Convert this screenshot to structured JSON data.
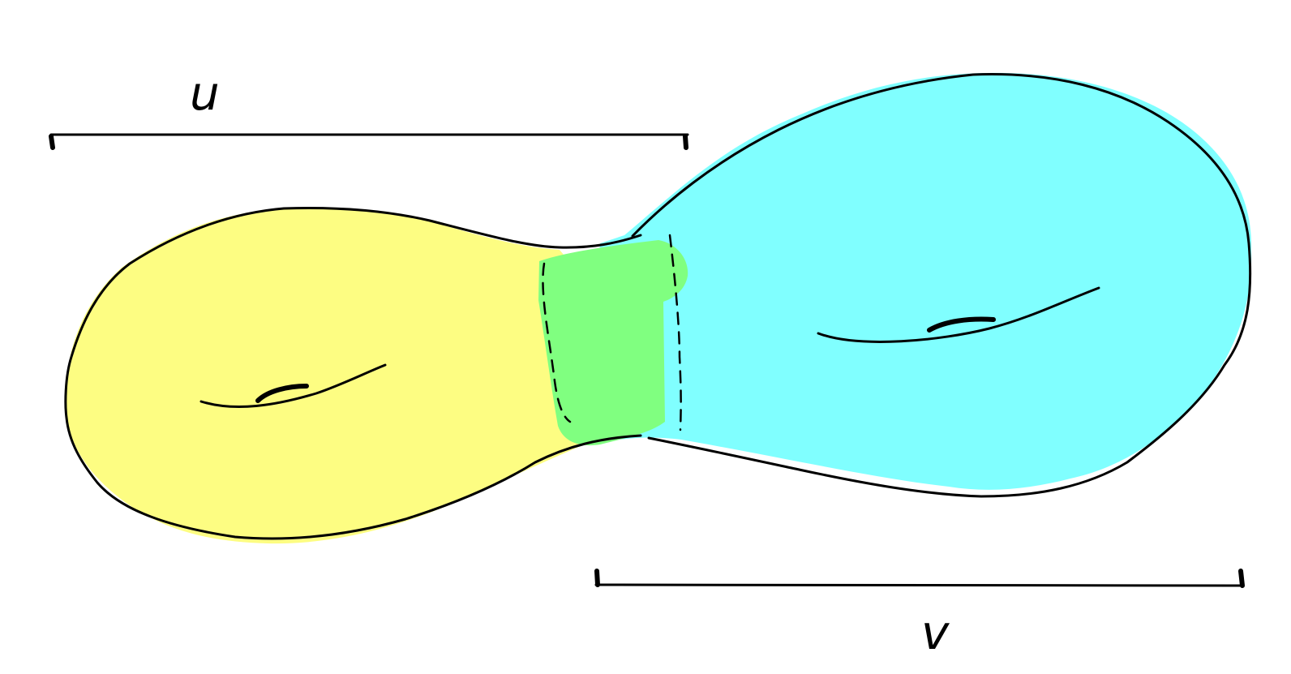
{
  "diagram": {
    "labels": {
      "u": "u",
      "v": "v"
    },
    "colors": {
      "region_u": "#fdfd82",
      "region_v": "#80ffff",
      "overlap": "#80ff80",
      "ink": "#000000",
      "background": "#ffffff"
    },
    "regions": [
      "region-u-yellow",
      "region-v-cyan",
      "overlap-green-neck"
    ]
  }
}
